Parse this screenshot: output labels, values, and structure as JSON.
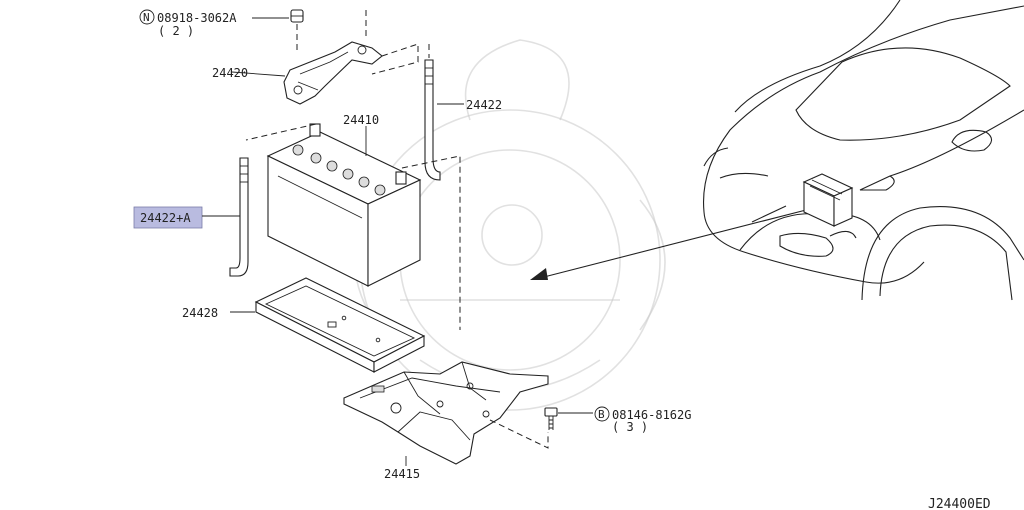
{
  "diagram_code": "J24400ED",
  "highlight_color": "#b9bbe0",
  "callouts": {
    "nut": {
      "prefix": "N",
      "part": "08918-3062A",
      "qty": "( 2 )"
    },
    "bracket": {
      "part": "24420"
    },
    "battery": {
      "part": "24410"
    },
    "rod_right": {
      "part": "24422"
    },
    "rod_left": {
      "part": "24422+A"
    },
    "tray": {
      "part": "24428"
    },
    "support": {
      "part": "24415"
    },
    "bolt": {
      "prefix": "B",
      "part": "08146-8162G",
      "qty": "( 3 )"
    }
  }
}
